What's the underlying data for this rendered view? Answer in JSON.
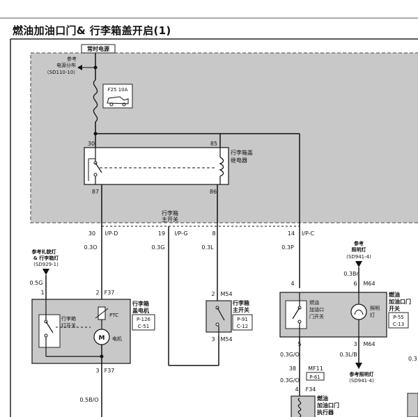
{
  "title": "燃油加油口门& 行李箱盖开启(1)",
  "labels": {
    "battery_plus": "常时电源",
    "ref_power_1": "参考",
    "ref_power_2": "电源分布",
    "ref_power_3": "（SD110-10）",
    "fuse": "F25 10A",
    "relay_pin_30": "30",
    "relay_pin_85": "85",
    "relay_pin_87": "87",
    "relay_pin_86": "86",
    "relay_name_1": "行李箱盖",
    "relay_name_2": "继电器",
    "main_switch_1": "行李箱",
    "main_switch_2": "主开关",
    "conn_30": "30",
    "conn_ipd": "I/P-D",
    "conn_19": "19",
    "conn_ipg": "I/P-G",
    "conn_8": "8",
    "conn_14": "14",
    "conn_ipc": "I/P-C",
    "wire_03O": "0.3O",
    "wire_03G": "0.3G",
    "wire_03L": "0.3L",
    "wire_03P": "0.3P",
    "ref_courtesy_1": "参考礼貌灯",
    "ref_courtesy_2": "& 行李箱灯",
    "ref_courtesy_3": "(SD929-1)",
    "pin_1": "1",
    "wire_05G": "0.5G",
    "pin_2_f37": "2",
    "f37": "F37",
    "trunk_motor_1": "行李箱",
    "trunk_motor_2": "盖电机",
    "ptc": "PTC",
    "p126": "P-126",
    "c51": "C-51",
    "trunk_lamp_sw_1": "行李箱",
    "trunk_lamp_sw_2": "灯开关",
    "motor_m": "M",
    "motor_label": "电机",
    "pin_3_f37": "3",
    "f37_b": "F37",
    "wire_05BO": "0.5B/O",
    "pin_2_m54": "2",
    "m54": "M54",
    "trunk_main_1": "行李箱",
    "trunk_main_2": "主开关",
    "p91": "P-91",
    "c12": "C-12",
    "pin_3_m54": "3",
    "m54_b": "M54",
    "ref_illum_1": "参考",
    "ref_illum_2": "照明灯",
    "ref_illum_3": "(SD941-4)",
    "wire_03Br": "0.3Br",
    "pin_4": "4",
    "pin_6": "6",
    "m64": "M64",
    "fuel_sw_1": "燃油",
    "fuel_sw_2": "加油口",
    "fuel_sw_3": "门开关",
    "illum_lamp_1": "照明",
    "illum_lamp_2": "灯",
    "fuel_door_sw_1": "燃油",
    "fuel_door_sw_2": "加油口门",
    "fuel_door_sw_3": "开关",
    "p55": "P-55",
    "c13": "C-13",
    "pin_5": "5",
    "pin_3_m64": "3",
    "m64_b": "M64",
    "wire_03GO": "0.3G/O",
    "wire_03LB": "0.3L/B",
    "ref_illum_b_1": "参考照明灯",
    "ref_illum_b_2": "(SD941-4)",
    "pin_38": "38",
    "mf11": "MF11",
    "p61": "P-61",
    "wire_03GO_b": "0.3G/O",
    "pin_4_f34": "4",
    "f34": "F34",
    "actuator_1": "燃油",
    "actuator_2": "加油口门",
    "actuator_3": "执行器",
    "edge_03": "0.3"
  }
}
